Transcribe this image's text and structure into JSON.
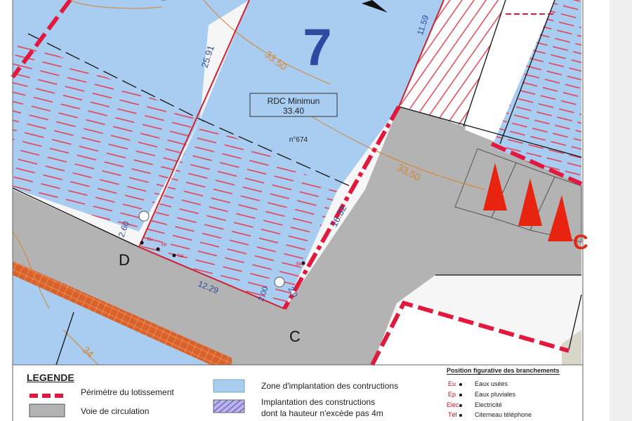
{
  "plan": {
    "lot_number": "7",
    "partial_lot_number": "6",
    "rdc_label": "RDC Minimun",
    "rdc_value": "33.40",
    "parcel_number": "n°674",
    "dimensions": {
      "left_side": "25.91",
      "top_right": "11.59",
      "right_side": "16.32",
      "bottom": "12.29",
      "corner_d": "2.60",
      "corner_c_left": "2.00",
      "corner_c_right": "2.0"
    },
    "contours": {
      "top": "33.50",
      "middle": "33.50",
      "bottom_left": "34"
    },
    "points": {
      "d": "D",
      "c": "C"
    },
    "markers": {
      "eu": "Eu",
      "ep": "Ep",
      "tel": "Tél",
      "elec": "Elec"
    },
    "partial_letter": "C"
  },
  "legend": {
    "title": "LEGENDE",
    "items": [
      {
        "label": "Périmètre du lotissement"
      },
      {
        "label": "Voie de circulation"
      },
      {
        "label": "Zone d'implantation des contructions"
      },
      {
        "label": "Implantation des constructions"
      },
      {
        "label": "dont la hauteur n'excède pas 4m"
      }
    ]
  },
  "branchements": {
    "title": "Position figurative des branchements",
    "items": [
      {
        "code": "Eu",
        "label": "Eaux usées"
      },
      {
        "code": "Ep",
        "label": "Eaux pluviales"
      },
      {
        "code": "Elec",
        "label": "Electricité"
      },
      {
        "code": "Tél",
        "label": "Citerneau téléphone"
      }
    ]
  },
  "colors": {
    "zone_blue": "#a9cdf0",
    "road_grey": "#b3b3b3",
    "perimeter_red": "#e2183d",
    "hatch_red": "#e8384a",
    "contour_orange": "#d9822b",
    "dimension_blue": "#2f4a9a",
    "lot_number_blue": "#2c4aa0",
    "triangle_red": "#e8230f",
    "brick_orange": "#d9622a"
  }
}
